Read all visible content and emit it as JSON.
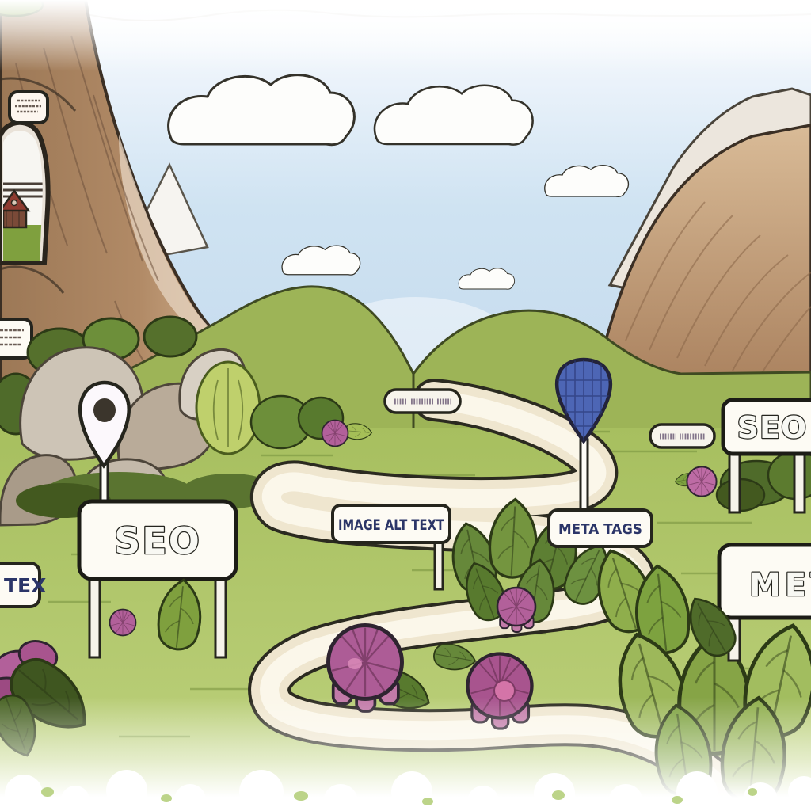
{
  "illustration": {
    "description": "Hand-drawn landscape: valley between mountains with winding path, SEO signposts, map pins, bushes and pink flowers",
    "signs": {
      "seo_left": "SEO",
      "tex": "TEX",
      "image_alt": "IMAGE ALT TEXT",
      "meta_tags": "META TAGS",
      "seo_right": "SEO",
      "meta_right": "META",
      "center_small": "illegible-scribble",
      "right_small": "illegible-scribble",
      "cliff_tag_top": "illegible-scribble",
      "cliff_tag_mid": "illegible-scribble"
    },
    "markers": {
      "left": "map-pin",
      "right": "balloon-pin"
    },
    "counts": {
      "clouds": 5,
      "flowers": 6,
      "sign_boards": 6
    },
    "colors": {
      "sky": "#cfe3f2",
      "grass": "#a7bf5f",
      "grass_light": "#cede9a",
      "path_fill": "#efe6cf",
      "path_highlight": "#fbf7ea",
      "outline": "#25251d",
      "sign_fill": "#fdfbf4",
      "sign_text_navy": "#2b3568",
      "mountain_brown": "#b18a66",
      "mountain_pale": "#ece6dd",
      "rock_grey": "#c9bfb1",
      "bush_dark": "#55702c",
      "bush_mid": "#7fa03e",
      "leaf_lime": "#bfd06c",
      "flower_pink": "#b2609a",
      "flower_center": "#d98ab8",
      "balloon_blue": "#4d66b5",
      "house_red": "#8e3b30"
    }
  }
}
